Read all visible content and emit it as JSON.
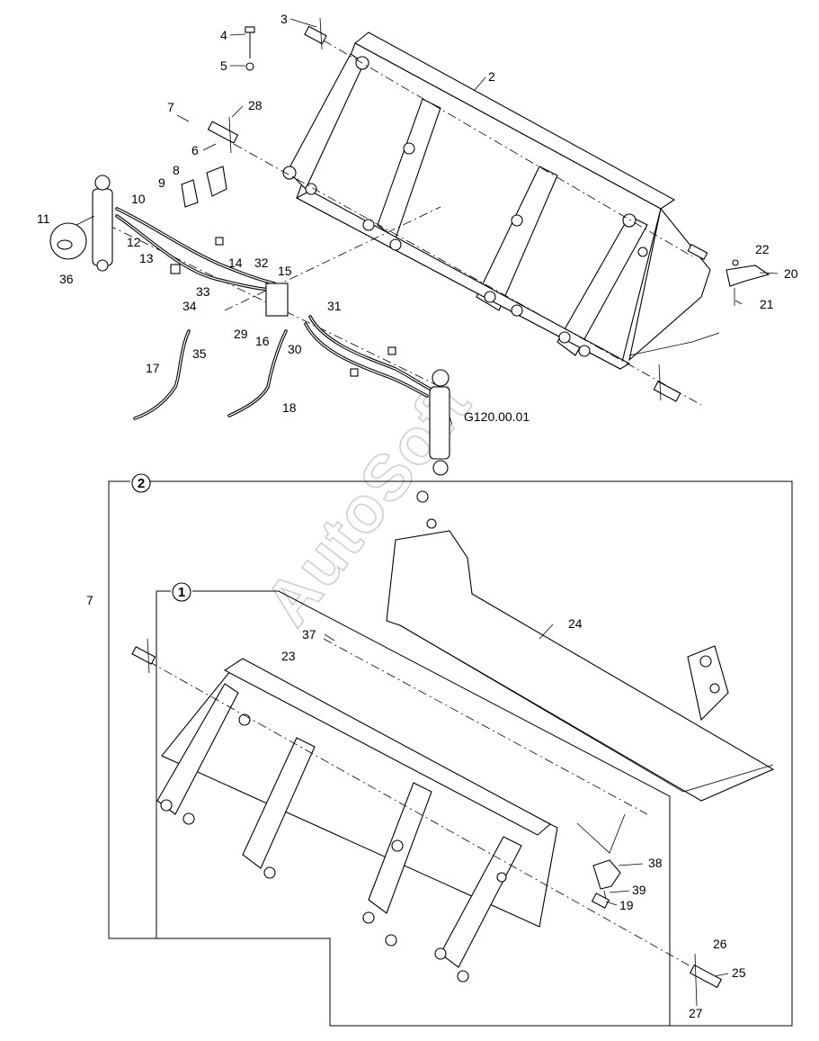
{
  "diagram": {
    "watermark": "AutoSoft",
    "reference_label": "G120.00.01",
    "callouts": [
      "1",
      "2",
      "3",
      "4",
      "5",
      "6",
      "7",
      "8",
      "9",
      "10",
      "11",
      "12",
      "13",
      "14",
      "15",
      "16",
      "17",
      "18",
      "19",
      "20",
      "21",
      "22",
      "23",
      "24",
      "25",
      "26",
      "27",
      "28",
      "29",
      "30",
      "31",
      "32",
      "33",
      "34",
      "35",
      "36",
      "37",
      "38",
      "39"
    ],
    "detail_markers": [
      "1",
      "2"
    ]
  }
}
